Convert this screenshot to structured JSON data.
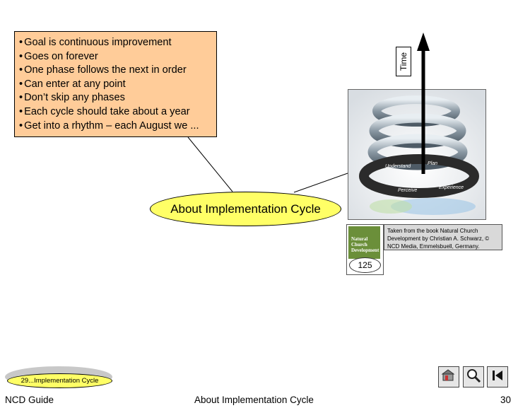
{
  "bullets": [
    "Goal is continuous improvement",
    "Goes on forever",
    "One phase follows the next in order",
    "Can enter at any point",
    "Don’t skip any phases",
    "Each cycle should take about a year",
    "Get into a rhythm – each August we ..."
  ],
  "main_oval_label": "About Implementation Cycle",
  "time_label": "Time",
  "spring_ring_labels": [
    "Understand",
    "Plan",
    "Experience",
    "Perceive"
  ],
  "caption": "Taken from the book Natural Church Development by Christian A. Schwarz, © NCD Media, Emmelsbuell, Germany.",
  "book": {
    "title_lines": [
      "Natural",
      "Church",
      "Development"
    ],
    "page_number": "125"
  },
  "prev_link_label": "29...Implementation Cycle",
  "footer": {
    "left": "NCD Guide",
    "center": "About Implementation Cycle",
    "right": "30"
  },
  "nav_icons": [
    "home-icon",
    "magnifier-icon",
    "first-page-icon"
  ],
  "colors": {
    "bullet_box": "#ffcc99",
    "oval": "#ffff66",
    "caption_box": "#d9d9d9"
  }
}
